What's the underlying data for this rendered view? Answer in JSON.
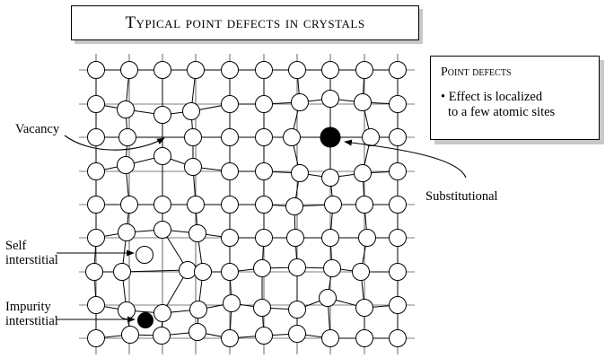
{
  "title": "Typical point defects in crystals",
  "info_box": {
    "heading": "Point defects",
    "bullet_marker": "•",
    "bullet_text_line1": "Effect is localized",
    "bullet_text_line2": "to a few atomic sites"
  },
  "labels": {
    "vacancy": "Vacancy",
    "substitutional": "Substitutional",
    "self_interstitial_line1": "Self",
    "self_interstitial_line2": "interstitial",
    "impurity_interstitial_line1": "Impurity",
    "impurity_interstitial_line2": "interstitial"
  },
  "colors": {
    "line": "#000000",
    "shadow": "#c8c8c8",
    "atom_fill": "#ffffff",
    "defect_fill": "#000000"
  }
}
